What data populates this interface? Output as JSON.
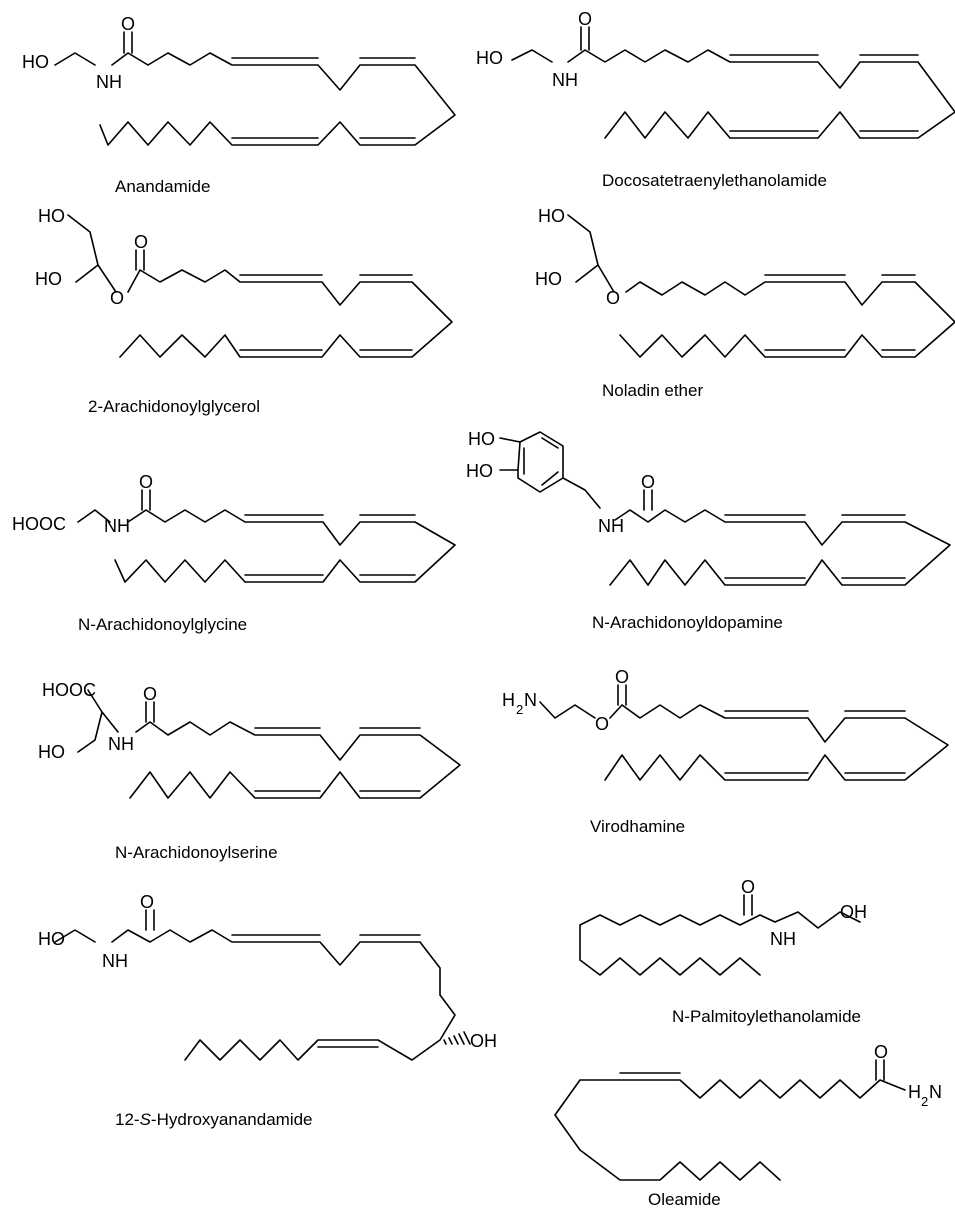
{
  "molecules": [
    {
      "name": "Anandamide",
      "labels": [
        "HO",
        "NH",
        "O"
      ]
    },
    {
      "name": "Docosatetraenylethanolamide",
      "labels": [
        "HO",
        "NH",
        "O"
      ]
    },
    {
      "name": "2-Arachidonoylglycerol",
      "labels": [
        "HO",
        "HO",
        "O",
        "O"
      ]
    },
    {
      "name": "Noladin ether",
      "labels": [
        "HO",
        "HO",
        "O"
      ]
    },
    {
      "name": "N-Arachidonoylglycine",
      "labels": [
        "HOOC",
        "NH",
        "O"
      ]
    },
    {
      "name": "N-Arachidonoyldopamine",
      "labels": [
        "HO",
        "HO",
        "NH",
        "O"
      ]
    },
    {
      "name": "N-Arachidonoylserine",
      "labels": [
        "HOOC",
        "HO",
        "NH",
        "O"
      ]
    },
    {
      "name": "Virodhamine",
      "labels": [
        "H",
        "2",
        "N",
        "O",
        "O"
      ]
    },
    {
      "name_parts": [
        "12-",
        "S",
        "-Hydroxyanandamide"
      ],
      "labels": [
        "HO",
        "NH",
        "O",
        "OH"
      ]
    },
    {
      "name": "N-Palmitoylethanolamide",
      "labels": [
        "O",
        "NH",
        "OH"
      ]
    },
    {
      "name": "Oleamide",
      "labels": [
        "O",
        "H",
        "2",
        "N"
      ]
    }
  ]
}
